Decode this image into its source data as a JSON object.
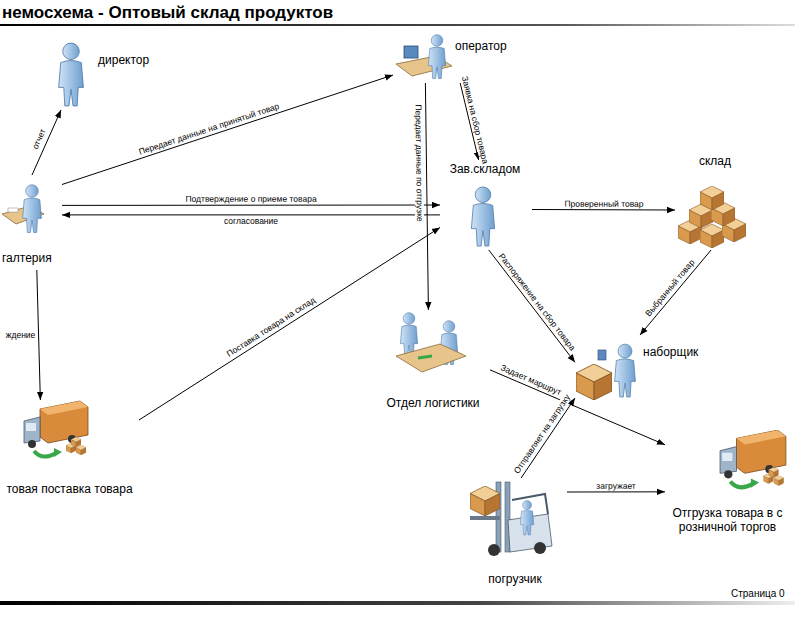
{
  "diagram": {
    "title": "немосхема - Оптовый склад продуктов",
    "nodes": [
      {
        "text": [
          "директор"
        ]
      },
      {
        "text": [
          "оператор"
        ]
      },
      {
        "text": [
          "галтерия"
        ]
      },
      {
        "text": [
          "Зав.складом"
        ]
      },
      {
        "text": [
          "склад"
        ]
      },
      {
        "text": [
          "Отдел логистики"
        ]
      },
      {
        "text": [
          "наборщик"
        ]
      },
      {
        "text": [
          "товая поставка товара"
        ]
      },
      {
        "text": [
          "погрузчик"
        ]
      },
      {
        "text": [
          "Отгрузка товара в с розничной торгов"
        ]
      }
    ],
    "edges": [
      {
        "from": 2,
        "to": 0,
        "arrow": "to",
        "label": "отчет"
      },
      {
        "from": 2,
        "to": 1,
        "arrow": "to",
        "label": "Передает данные на принятый товар"
      },
      {
        "from": 2,
        "to": 3,
        "arrow": "to",
        "label": "Подтверждение о приеме товара"
      },
      {
        "from": 3,
        "to": 2,
        "arrow": "to",
        "label": "согласование"
      },
      {
        "from": 1,
        "to": 3,
        "arrow": "to",
        "label": "Заявка на сбор товара"
      },
      {
        "from": 1,
        "to": 5,
        "arrow": "to",
        "label": "Передает данные по отгрузке"
      },
      {
        "from": 2,
        "to": 7,
        "arrow": "to",
        "label": "ждение"
      },
      {
        "from": 7,
        "to": 3,
        "arrow": "to",
        "label": "Поставка товара на склад"
      },
      {
        "from": 3,
        "to": 4,
        "arrow": "to",
        "label": "Проверенный товар"
      },
      {
        "from": 3,
        "to": 6,
        "arrow": "to",
        "label": "Распоряжение на сбор товара"
      },
      {
        "from": 4,
        "to": 6,
        "arrow": "to",
        "label": "Выбранный товар"
      },
      {
        "from": 5,
        "to": 9,
        "arrow": "to",
        "label": "Задает маршрут"
      },
      {
        "from": 8,
        "to": 6,
        "arrow": "to",
        "label": "Отправляет на загрузку"
      },
      {
        "from": 8,
        "to": 9,
        "arrow": "to",
        "label": "загружает"
      }
    ],
    "labels": [
      "Страница 0"
    ]
  }
}
